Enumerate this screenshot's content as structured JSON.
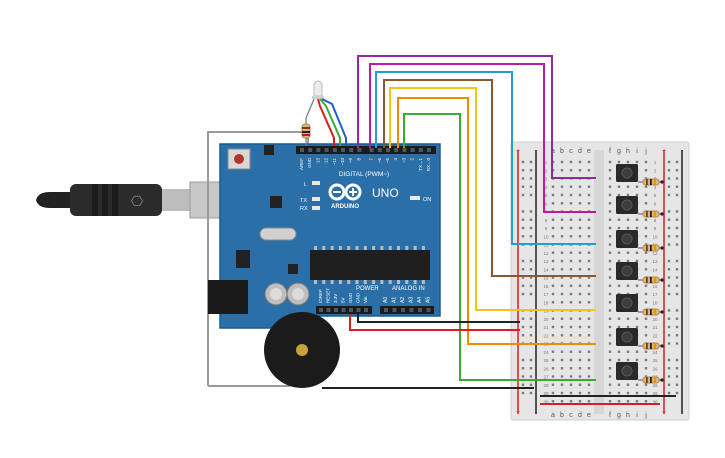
{
  "arduino": {
    "brand": "ARDUINO",
    "model": "UNO",
    "digital_label": "DIGITAL (PWM~)",
    "power_label": "POWER",
    "analog_label": "ANALOG IN",
    "on_label": "ON",
    "l_label": "L",
    "tx_label": "TX",
    "rx_label": "RX",
    "digital_pins": [
      "AREF",
      "GND",
      "13",
      "12",
      "~11",
      "~10",
      "~9",
      "8",
      "7",
      "~6",
      "~5",
      "4",
      "~3",
      "2",
      "TX→1",
      "RX←0"
    ],
    "power_pins": [
      "IOREF",
      "RESET",
      "3.3V",
      "5V",
      "GND",
      "GND",
      "Vin"
    ],
    "analog_pins": [
      "A0",
      "A1",
      "A2",
      "A3",
      "A4",
      "A5"
    ]
  },
  "breadboard": {
    "col_letters_left": [
      "a",
      "b",
      "c",
      "d",
      "e"
    ],
    "col_letters_right": [
      "f",
      "g",
      "h",
      "i",
      "j"
    ],
    "row_numbers": [
      "1",
      "2",
      "3",
      "4",
      "5",
      "6",
      "7",
      "8",
      "9",
      "10",
      "11",
      "12",
      "13",
      "14",
      "15",
      "16",
      "17",
      "18",
      "19",
      "20",
      "21",
      "22",
      "23",
      "24",
      "25",
      "26",
      "27",
      "28",
      "29",
      "30"
    ],
    "rail_plus": "+",
    "rail_minus": "-"
  },
  "colors": {
    "board": "#2a6fa8",
    "board_edge": "#1d5c8e",
    "breadboard": "#e6e6e6",
    "wire_purple": "#8e2aa3",
    "wire_magenta": "#c2189e",
    "wire_cyan": "#1f9fd6",
    "wire_brown": "#8a5a2b",
    "wire_yellow": "#f0c419",
    "wire_orange": "#f08c00",
    "wire_green": "#3aaa35",
    "wire_black": "#222222",
    "wire_red": "#d61f1f",
    "wire_gray": "#9a9a9a"
  }
}
